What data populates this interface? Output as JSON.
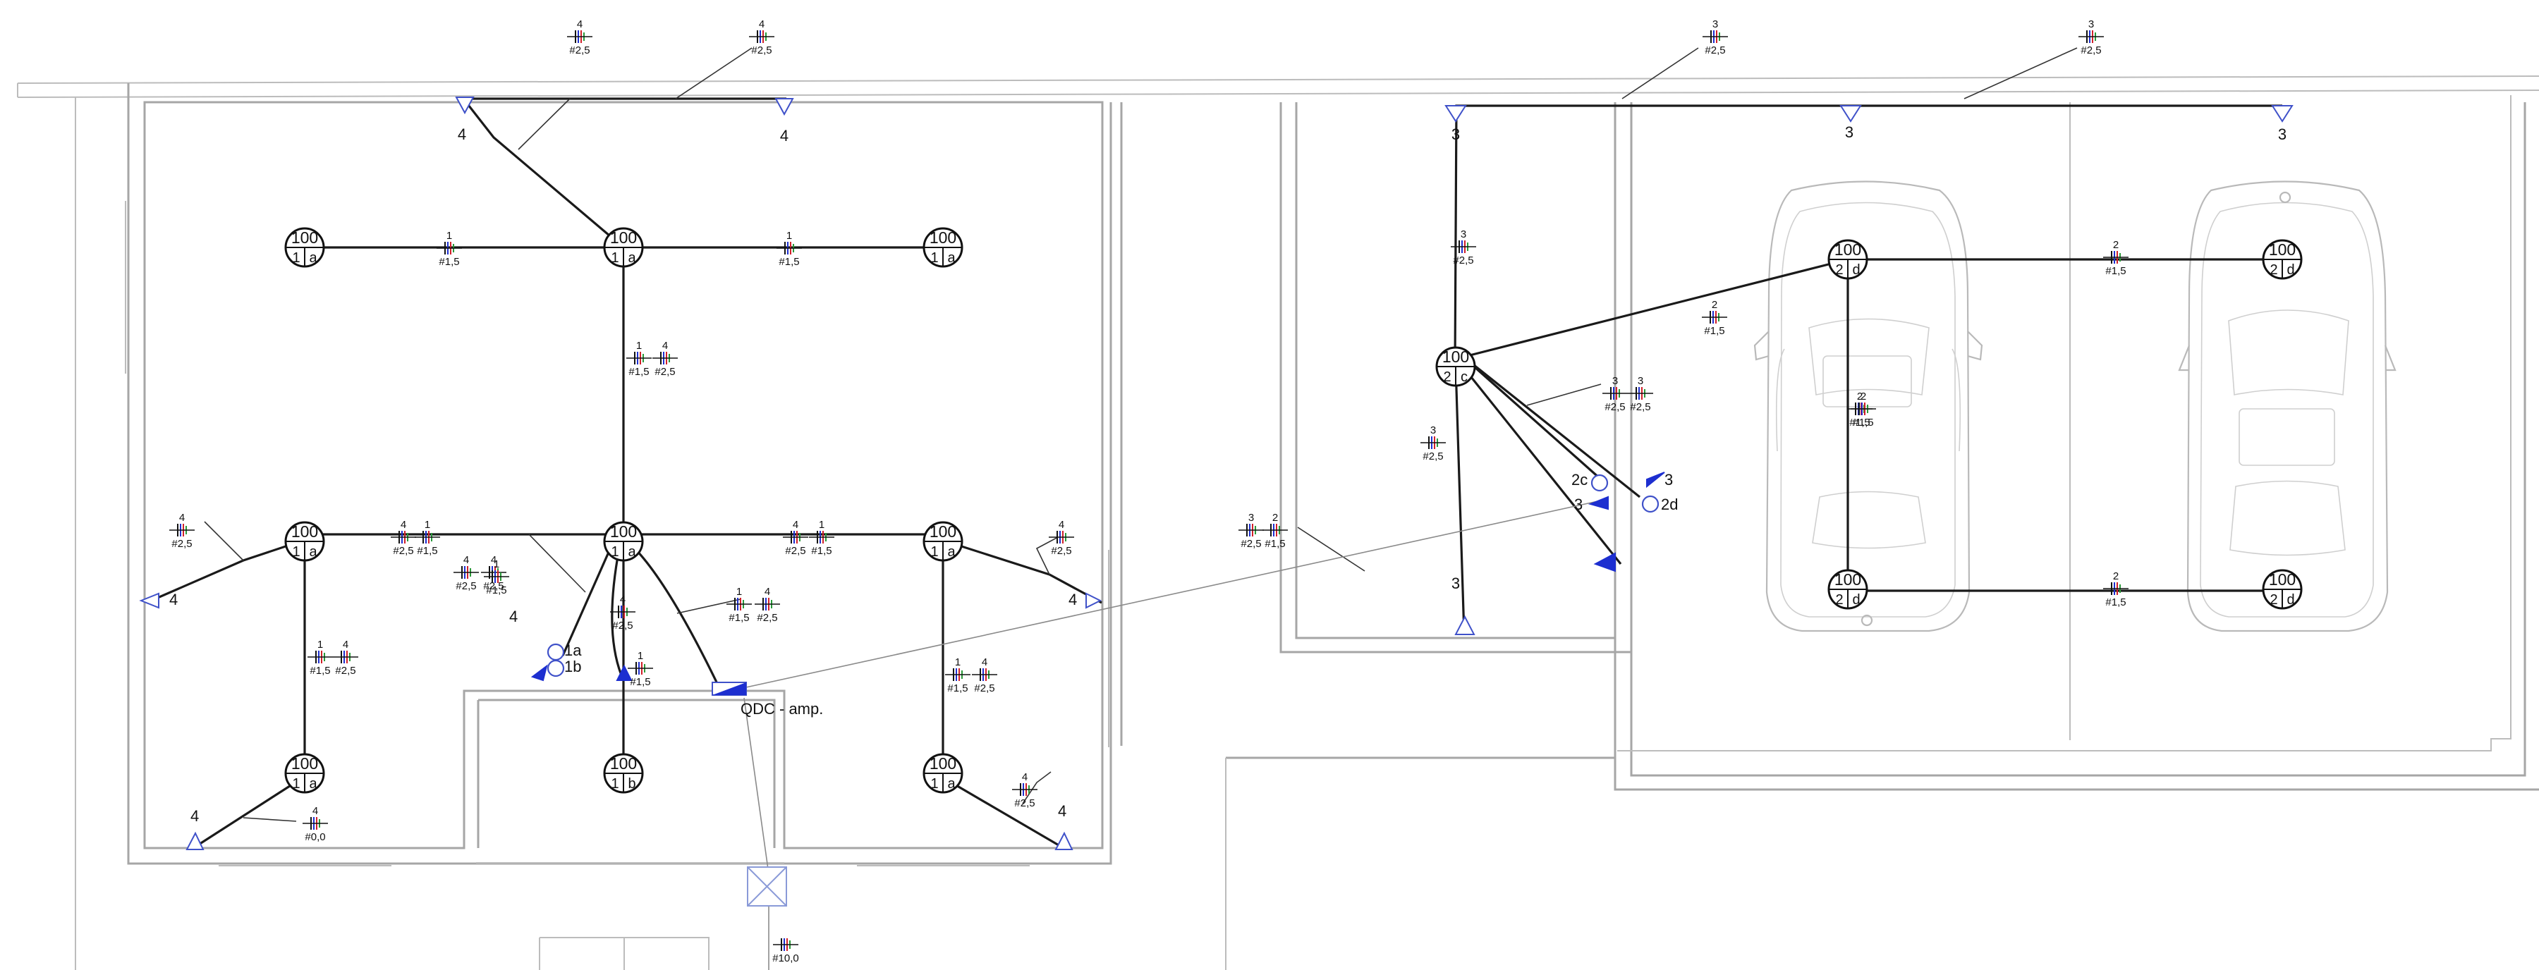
{
  "drawing": {
    "luminaires": [
      {
        "power": "100",
        "circuit": "1",
        "switch": "a"
      },
      {
        "power": "100",
        "circuit": "1",
        "switch": "a"
      },
      {
        "power": "100",
        "circuit": "1",
        "switch": "a"
      },
      {
        "power": "100",
        "circuit": "1",
        "switch": "a"
      },
      {
        "power": "100",
        "circuit": "1",
        "switch": "a"
      },
      {
        "power": "100",
        "circuit": "1",
        "switch": "a"
      },
      {
        "power": "100",
        "circuit": "1",
        "switch": "a"
      },
      {
        "power": "100",
        "circuit": "1",
        "switch": "b"
      },
      {
        "power": "100",
        "circuit": "1",
        "switch": "a"
      },
      {
        "power": "100",
        "circuit": "2",
        "switch": "c"
      },
      {
        "power": "100",
        "circuit": "2",
        "switch": "d"
      },
      {
        "power": "100",
        "circuit": "2",
        "switch": "d"
      },
      {
        "power": "100",
        "circuit": "2",
        "switch": "d"
      },
      {
        "power": "100",
        "circuit": "2",
        "switch": "d"
      }
    ],
    "wire_labels": [
      {
        "num": "4",
        "sec": "#2,5"
      },
      {
        "num": "4",
        "sec": "#2,5"
      },
      {
        "num": "1",
        "sec": "#1,5"
      },
      {
        "num": "1",
        "sec": "#1,5"
      },
      {
        "num": "1",
        "sec": "#1,5"
      },
      {
        "num": "4",
        "sec": "#2,5"
      },
      {
        "num": "4",
        "sec": "#2,5"
      },
      {
        "num": "1",
        "sec": "#1,5"
      },
      {
        "num": "4",
        "sec": "#2,5"
      },
      {
        "num": "4",
        "sec": "#2,5"
      },
      {
        "num": "1",
        "sec": "#1,5"
      },
      {
        "num": "4",
        "sec": "#2,5"
      },
      {
        "num": "4",
        "sec": "#2,5"
      },
      {
        "num": "1",
        "sec": "#1,5"
      },
      {
        "num": "4",
        "sec": "#2,5"
      },
      {
        "num": "1",
        "sec": "#1,5"
      },
      {
        "num": "4",
        "sec": "#2,5"
      },
      {
        "num": "1",
        "sec": "#1,5"
      },
      {
        "num": "4",
        "sec": "#2,5"
      },
      {
        "num": "1",
        "sec": "#1,5"
      },
      {
        "num": "4",
        "sec": "#2,5"
      },
      {
        "num": "1",
        "sec": "#1,5"
      },
      {
        "num": "4",
        "sec": "#2,5"
      },
      {
        "num": "4",
        "sec": "#0,0"
      },
      {
        "num": "4",
        "sec": "#2,5"
      },
      {
        "num": "",
        "sec": "#10,0"
      },
      {
        "num": "3",
        "sec": "#2,5"
      },
      {
        "num": "3",
        "sec": "#2,5"
      },
      {
        "num": "3",
        "sec": "#2,5"
      },
      {
        "num": "3",
        "sec": "#2,5"
      },
      {
        "num": "3",
        "sec": "#2,5"
      },
      {
        "num": "2",
        "sec": "#1,5"
      },
      {
        "num": "3",
        "sec": "#2,5"
      },
      {
        "num": "3",
        "sec": "#2,5"
      },
      {
        "num": "2",
        "sec": "#1,5"
      },
      {
        "num": "2",
        "sec": "#1,5"
      },
      {
        "num": "2",
        "sec": "#1,5"
      },
      {
        "num": "2",
        "sec": "#1,5"
      },
      {
        "num": "2",
        "sec": "#1,5"
      }
    ],
    "annotations": {
      "outlet_4_top_left": "4",
      "outlet_4_top_right": "4",
      "outlet_4_left_mid": "4",
      "outlet_4_room_center": "4",
      "outlet_4_right_mid": "4",
      "outlet_4_bottom_left": "4",
      "outlet_4_bottom_right": "4",
      "outlet_3_garage_a": "3",
      "outlet_3_garage_b": "3",
      "outlet_3_garage_c": "3",
      "outlet_3_lower": "3",
      "switch_1a": "1a",
      "switch_1b": "1b",
      "switch_2c": "2c",
      "switch_2d": "2d",
      "outlet_3_sw_left": "3",
      "outlet_3_sw_right": "3",
      "panel_label": "QDC - amp."
    }
  }
}
